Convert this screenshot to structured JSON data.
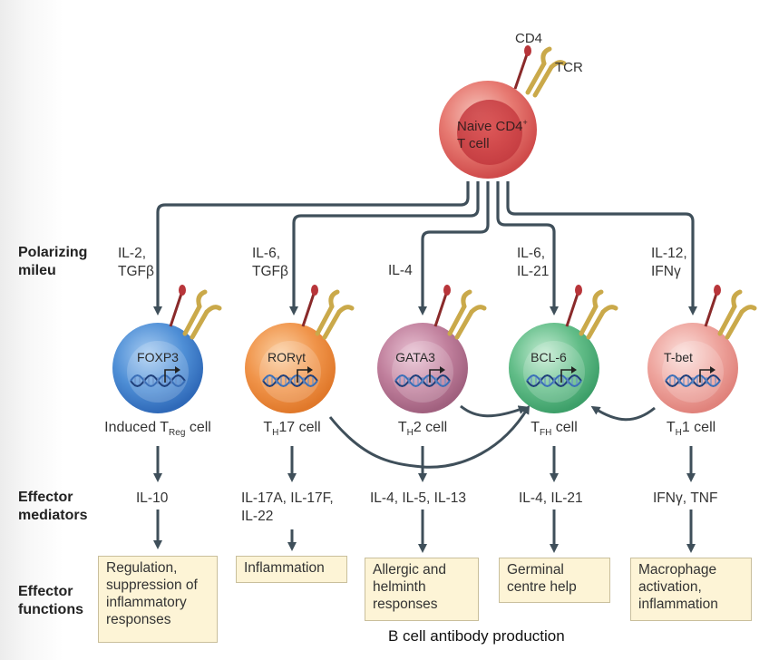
{
  "row_labels": {
    "polarizing": "Polarizing\nmileu",
    "mediators": "Effector\nmediators",
    "functions": "Effector\nfunctions"
  },
  "naive": {
    "label_line1": "Naive CD4",
    "label_sup": "+",
    "label_line2": "T cell",
    "cd4": "CD4",
    "tcr": "TCR"
  },
  "cells": [
    {
      "tf": "FOXP3",
      "name_pre": "Induced T",
      "name_sub": "Reg",
      "name_post": " cell",
      "cytokines": "IL-2,\nTGFβ",
      "mediators": "IL-10",
      "function": "Regulation,\nsuppression of\ninflammatory\nresponses"
    },
    {
      "tf": "RORγt",
      "name_pre": "T",
      "name_sub": "H",
      "name_post": "17 cell",
      "cytokines": "IL-6,\nTGFβ",
      "mediators": "IL-17A, IL-17F,\nIL-22",
      "function": "Inflammation"
    },
    {
      "tf": "GATA3",
      "name_pre": "T",
      "name_sub": "H",
      "name_post": "2 cell",
      "cytokines": "IL-4",
      "mediators": "IL-4, IL-5, IL-13",
      "function": "Allergic and\nhelminth\nresponses"
    },
    {
      "tf": "BCL-6",
      "name_pre": "T",
      "name_sub": "FH",
      "name_post": " cell",
      "cytokines": "IL-6,\nIL-21",
      "mediators": "IL-4, IL-21",
      "function": "Germinal\ncentre help"
    },
    {
      "tf": "T-bet",
      "name_pre": "T",
      "name_sub": "H",
      "name_post": "1 cell",
      "cytokines": "IL-12,\nIFNγ",
      "mediators": "IFNγ, TNF",
      "function": "Macrophage\nactivation,\ninflammation"
    }
  ],
  "caption": "B cell antibody production",
  "colors": {
    "arrow": "#3f4f5a",
    "naive": "#e0605e",
    "treg": "#3f7fc9",
    "th17": "#ee8a36",
    "th2": "#b8708f",
    "tfh": "#4fb07a",
    "th1": "#ea9690",
    "box_fill": "#fdf4d6"
  }
}
